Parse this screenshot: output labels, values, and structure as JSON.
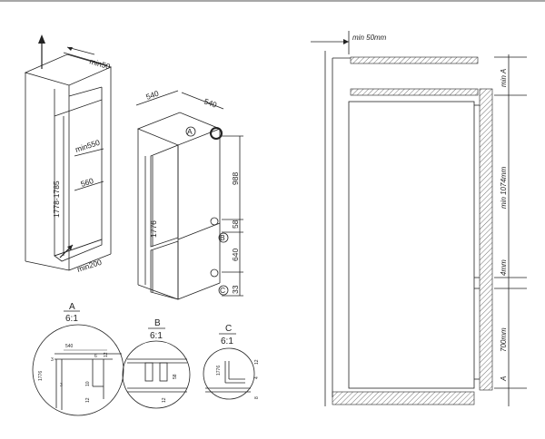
{
  "top_rule_color": "#8a8a8a",
  "cabinet": {
    "min_top": "min50",
    "height": "1778-1785",
    "min_depth": "min550",
    "depth": "560",
    "min_vent": "min200"
  },
  "appliance": {
    "width": "540",
    "depth": "540",
    "height": "1776",
    "upper_height": "988",
    "gap": "58",
    "lower_height": "640",
    "bottom": "33",
    "callout_a": "A",
    "callout_b": "B",
    "callout_c": "C"
  },
  "details": [
    {
      "letter": "A",
      "scale": "6:1",
      "dims": [
        "540",
        "3",
        "6",
        "12",
        "1776",
        "3",
        "12",
        "10"
      ]
    },
    {
      "letter": "B",
      "scale": "6:1",
      "dims": [
        "58",
        "12"
      ]
    },
    {
      "letter": "C",
      "scale": "6:1",
      "dims": [
        "1776",
        "12",
        "4",
        "8"
      ]
    }
  ],
  "section": {
    "min_top": "min 50mm",
    "min_a": "min A",
    "min_mid": "min 1074mm",
    "gap": "4mm",
    "lower": "700mm",
    "a_bottom": "A"
  }
}
